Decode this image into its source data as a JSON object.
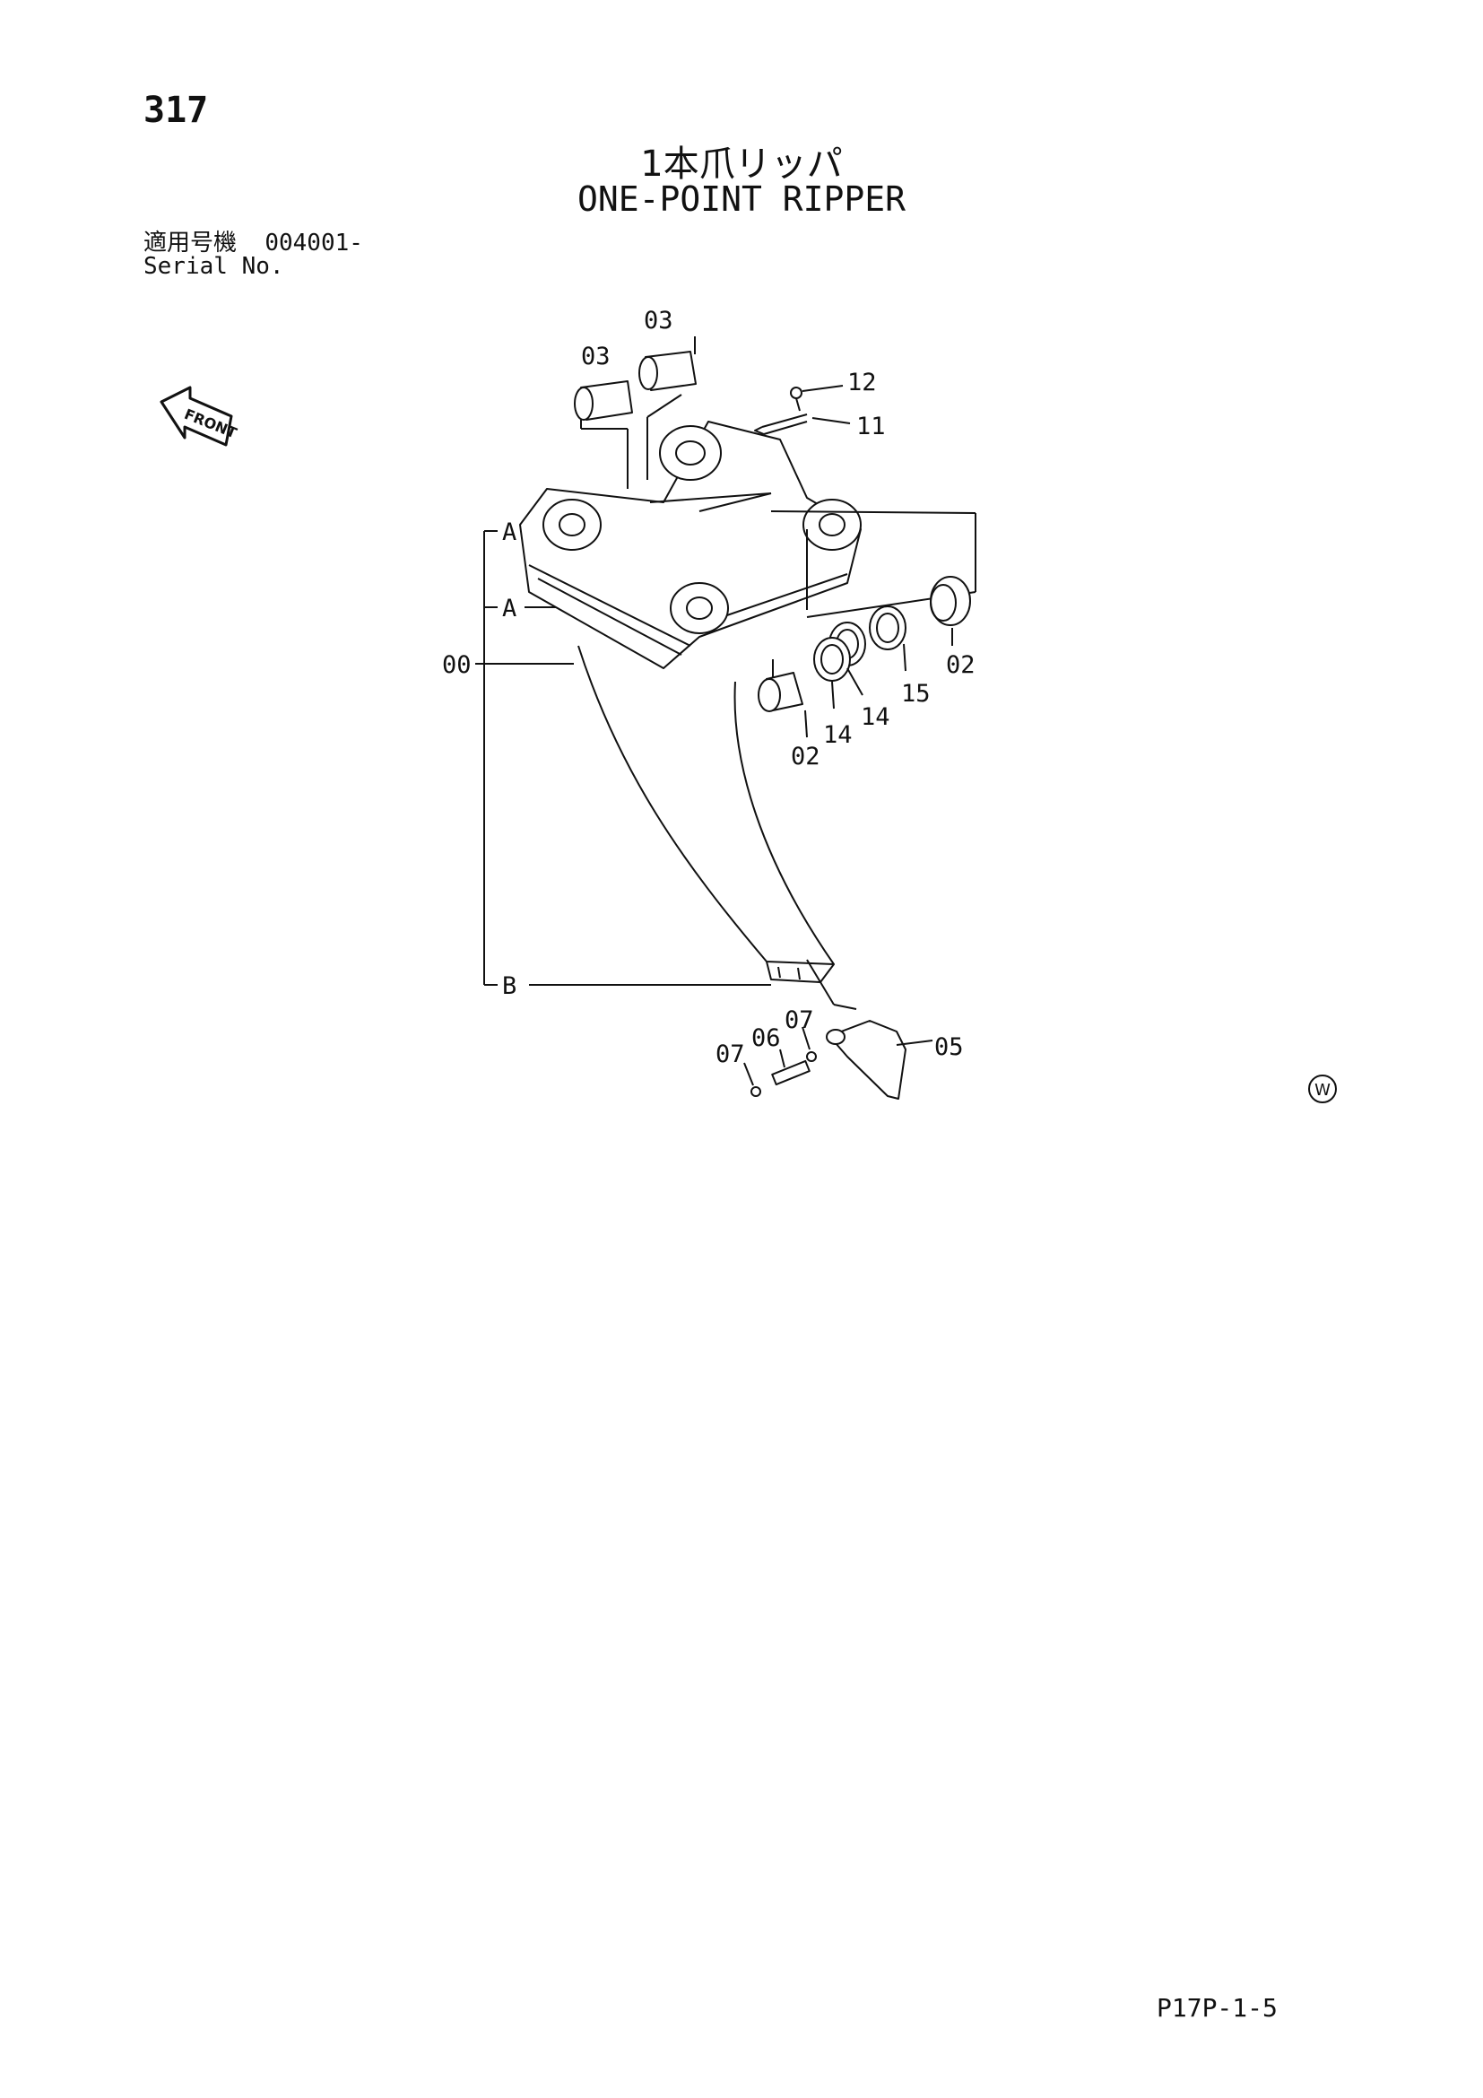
{
  "page_number": "317",
  "title_ja": "1本爪リッパ",
  "title_en": "ONE-POINT RIPPER",
  "serial": {
    "label_ja": "適用号機",
    "value": "004001-",
    "label_en": "Serial No."
  },
  "front_arrow": "FRONT",
  "callouts": {
    "c03a": "03",
    "c03b": "03",
    "c12": "12",
    "c11": "11",
    "cA1": "A",
    "cA2": "A",
    "c00": "00",
    "c02a": "02",
    "c15": "15",
    "c14a": "14",
    "c14b": "14",
    "c02b": "02",
    "cB": "B",
    "c07a": "07",
    "c06": "06",
    "c07b": "07",
    "c05": "05"
  },
  "mark": "W",
  "doc_code": "P17P-1-5"
}
